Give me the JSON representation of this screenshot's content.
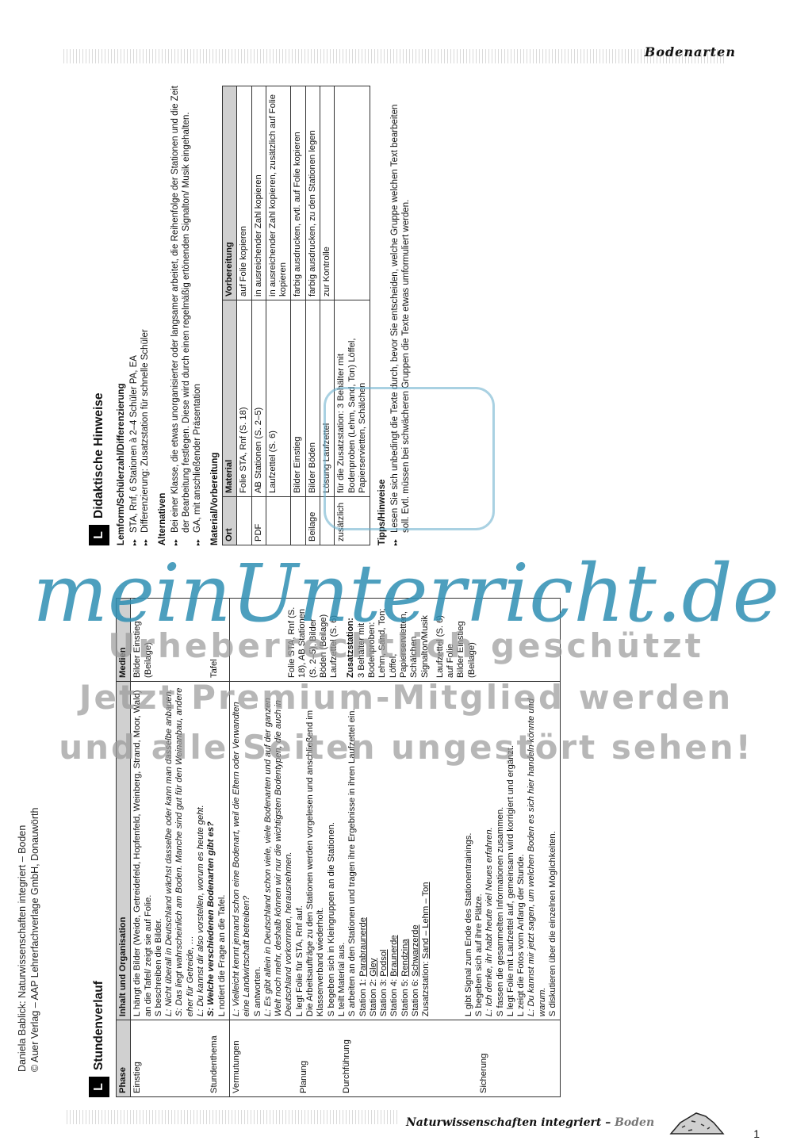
{
  "header": {
    "title": "Bodenarten"
  },
  "footer": {
    "series": "Naturwissenschaften integriert –",
    "subject": "Boden",
    "page": "1"
  },
  "credits": [
    "Daniela Bablick: Naturwissenschaften integriert – Boden",
    "© Auer Verlag – AAP Lehrerfachverlage GmbH, Donauwörth"
  ],
  "left": {
    "title": "Stundenverlauf",
    "icon": "L",
    "columns": [
      "Phase",
      "Inhalt und Organisation",
      "Medien"
    ],
    "rows": [
      {
        "phase": "Einstieg",
        "l1": "L hängt die Bilder (Weide, Getreidefeld, Hopfenfeld, Weinberg, Strand, Moor, Wald) an die Tafel/ zeigt sie auf Folie.",
        "l2": "S beschreiben die Bilder.",
        "l3": "L: Nicht überall in Deutschland wächst dasselbe oder kann man dasselbe anbauen.",
        "l4": "S: Das liegt wahrscheinlich am Boden. Manche sind gut für den Weinanbau, andere eher für Getreide, …",
        "l5": "L: Du kannst dir also vorstellen, worum es heute geht.",
        "medien": "Bilder Einstieg (Beilage)"
      },
      {
        "phase": "Stundenthema",
        "l1": "S: Welche verschiedenen Bodenarten gibt es?",
        "l2": "L notiert die Frage an die Tafel.",
        "medien": "Tafel"
      },
      {
        "phase": "Vermutungen",
        "l1": "L: Vielleicht kennt jemand schon eine Bodenart, weil die Eltern oder Verwandten eine Landwirtschaft betreiben?",
        "l2": "S antworten.",
        "l3": "L: Es gibt allein in Deutschland schon viele, viele Bodenarten und auf der ganzen Welt noch mehr, deshalb können wir nur die wichtigsten Bodentypen, die auch in Deutschland vorkommen, herausnehmen."
      },
      {
        "phase": "Planung",
        "l1": "L legt Folie für STA, Rnf auf.",
        "l2": "Die Arbeitsaufträge zu den Stationen werden vorgelesen und anschließend im Klassenverband wiederholt.",
        "l3": "S begeben sich in Kleingruppen an die Stationen.",
        "medien": "Folie STA, Rnf (S. 18), AB Stationen (S. 2–5), Bilder Böden (Beilage)"
      },
      {
        "phase": "Durchführung",
        "l1": "L teilt Material aus.",
        "l2": "S arbeiten an den Stationen und tragen ihre Ergebnisse in ihren Laufzettel ein.",
        "stations": [
          {
            "pre": "Station 1: ",
            "name": "Parabraunerde"
          },
          {
            "pre": "Station 2: ",
            "name": "Gley"
          },
          {
            "pre": "Station 3: ",
            "name": "Podsol"
          },
          {
            "pre": "Station 4: ",
            "name": "Braunerde"
          },
          {
            "pre": "Station 5: ",
            "name": "Rendzina"
          },
          {
            "pre": "Station 6: ",
            "name": "Schwarzerde"
          },
          {
            "pre": "Zusatzstation: ",
            "name": "Sand – Lehm – Ton"
          }
        ],
        "l3": "L gibt Signal zum Ende des Stationentrainings.",
        "l4": "S begeben sich auf ihre Plätze.",
        "medien": "Laufzettel (S. 6)",
        "zusatz_title": "Zusatzstation:",
        "zusatz": "3 Behälter mit Bodenproben: Lehm, Sand, Ton; Löffel, Papierservietten, Schälchen",
        "signal": "Signalton/Musik"
      },
      {
        "phase": "Sicherung",
        "l1": "L: Ich denke, ihr habt heute viel Neues erfahren.",
        "l2": "S fassen die gesammelten Informationen zusammen.",
        "l3": "L legt Folie mit Laufzettel auf, gemeinsam wird korrigiert und ergänzt.",
        "l4": "L zeigt die Fotos vom Anfang der Stunde.",
        "l5": "L: Du kannst mir jetzt sagen, um welchen Boden es sich hier handeln könnte und warum.",
        "l6": "S diskutieren über die einzelnen Möglichkeiten.",
        "medien": "Laufzettel (S. 6) auf Folie",
        "medien2": "Bilder Einstieg (Beilage)"
      }
    ]
  },
  "right": {
    "title": "Didaktische Hinweise",
    "icon": "L",
    "lemform_head": "Lemform/Schülerzahl/Differenzierung",
    "lemform": [
      "STA, Rnf, 6 Stationen à 2–4 Schüler PA, EA",
      "Differenzierung: Zusatzstation für schnelle Schüler"
    ],
    "alt_head": "Alternativen",
    "alt": [
      "Bei einer Klasse, die etwas unorganisierter oder langsamer arbeitet, die Reihenfolge der Stationen und die Zeit der Bearbeitung festlegen. Diese wird durch einen regelmäßig ertönenden Signalton/ Musik eingehalten.",
      "GA, mit anschließender Präsentation"
    ],
    "mat_head": "Material/Vorbereitung",
    "columns": [
      "Ort",
      "Material",
      "Vorbereitung"
    ],
    "rows": [
      {
        "ort": "",
        "mat": "Folie STA, Rnf (S. 18)",
        "vor": "auf Folie kopieren"
      },
      {
        "ort": "PDF",
        "mat": "AB Stationen (S. 2–5)",
        "vor": "in ausreichender Zahl kopieren"
      },
      {
        "ort": "",
        "mat": "Laufzettel (S. 6)",
        "vor": "in ausreichender Zahl kopieren, zusätzlich auf Folie kopieren"
      },
      {
        "ort": "",
        "mat": "Bilder Einstieg",
        "vor": "farbig ausdrucken, evtl. auf Folie kopieren"
      },
      {
        "ort": "Beilage",
        "mat": "Bilder Böden",
        "vor": "farbig ausdrucken, zu den Stationen legen"
      },
      {
        "ort": "",
        "mat": "Lösung Laufzettel",
        "vor": "zur Kontrolle"
      },
      {
        "ort": "zusätzlich",
        "mat": "für die Zusatzstation: 3 Behälter mit Bodenproben (Lehm, Sand, Ton) Löffel, Papierservietten, Schälchen",
        "vor": ""
      }
    ],
    "tips_head": "Tipps/Hinweise",
    "tips": [
      "Lesen Sie sich unbedingt die Texte durch, bevor Sie entscheiden, welche Gruppe welchen Text bearbeiten soll. Evtl. müssen bei schwächeren Gruppen die Texte etwas umformuliert werden."
    ]
  },
  "watermark": {
    "brand": "meinUnterricht.de",
    "line1": "Urheberrechtlich geschützt",
    "line2": "Jetzt Premium-Mitglied werden",
    "line3": "und alle Seiten ungestört sehen!"
  }
}
